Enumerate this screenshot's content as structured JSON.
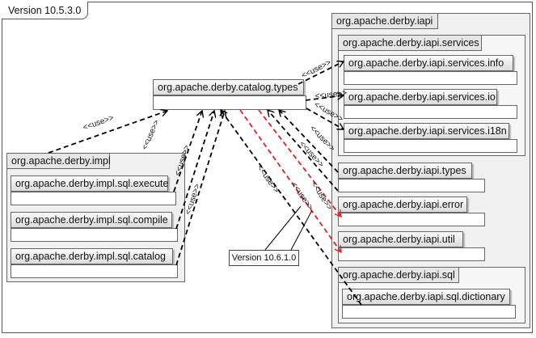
{
  "frame": {
    "version": "Version 10.5.3.0"
  },
  "note": {
    "version": "Version 10.6.1.0"
  },
  "dependency_label": "<<use>>",
  "center": {
    "name": "org.apache.derby.catalog.types"
  },
  "impl": {
    "name": "org.apache.derby.impl",
    "children": [
      "org.apache.derby.impl.sql.execute",
      "org.apache.derby.impl.sql.compile",
      "org.apache.derby.impl.sql.catalog"
    ]
  },
  "iapi": {
    "name": "org.apache.derby.iapi",
    "services": {
      "name": "org.apache.derby.iapi.services",
      "children": [
        "org.apache.derby.iapi.services.info",
        "org.apache.derby.iapi.services.io",
        "org.apache.derby.iapi.services.i18n"
      ]
    },
    "types": "org.apache.derby.iapi.types",
    "error": "org.apache.derby.iapi.error",
    "util": "org.apache.derby.iapi.util",
    "sql": {
      "name": "org.apache.derby.iapi.sql",
      "dictionary": "org.apache.derby.iapi.sql.dictionary"
    }
  },
  "colors": {
    "normal_dependency": "#000000",
    "new_dependency": "#e02020"
  }
}
